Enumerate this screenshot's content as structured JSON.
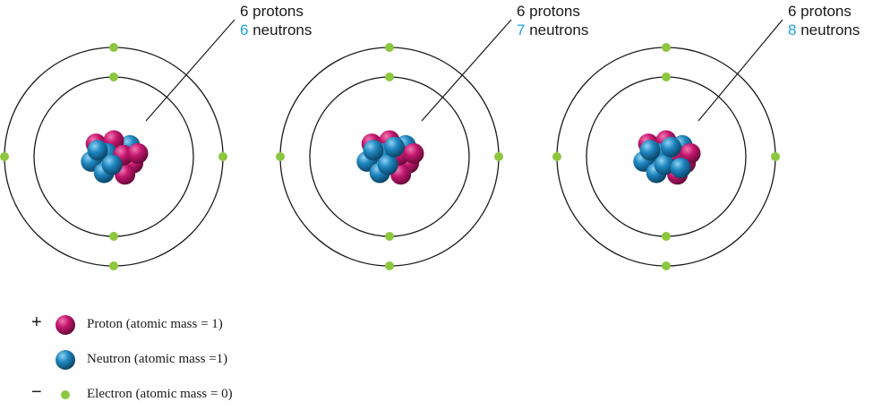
{
  "atoms": [
    {
      "protons_label": "6 protons",
      "neutron_count": "6",
      "neutron_word": "neutrons",
      "protons": 6,
      "neutrons": 6
    },
    {
      "protons_label": "6 protons",
      "neutron_count": "7",
      "neutron_word": "neutrons",
      "protons": 6,
      "neutrons": 7
    },
    {
      "protons_label": "6 protons",
      "neutron_count": "8",
      "neutron_word": "neutrons",
      "protons": 6,
      "neutrons": 8
    }
  ],
  "legend": {
    "proton": {
      "sign": "+",
      "text": "Proton (atomic mass = 1)"
    },
    "neutron": {
      "sign": "",
      "text": "Neutron (atomic mass =1)"
    },
    "electron": {
      "sign": "−",
      "text": "Electron (atomic mass = 0)"
    }
  },
  "colors": {
    "proton": "#c4176e",
    "neutron": "#1f86c0",
    "electron": "#8dc63f",
    "accent_number": "#1ea0e0",
    "orbit": "#1a1a1a"
  }
}
